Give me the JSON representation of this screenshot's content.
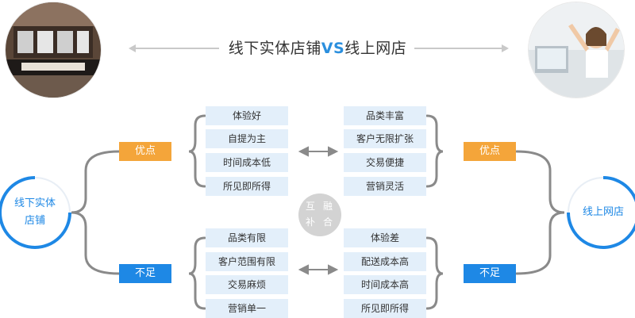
{
  "title": {
    "left": "线下实体店铺",
    "vs": "VS",
    "right": "线上网店"
  },
  "offline": {
    "name_line1": "线下实体",
    "name_line2": "店铺",
    "pros_tag": "优点",
    "cons_tag": "不足",
    "pros": [
      "体验好",
      "自提为主",
      "时间成本低",
      "所见即所得"
    ],
    "cons": [
      "品类有限",
      "客户范围有限",
      "交易麻烦",
      "营销单一"
    ]
  },
  "online": {
    "name": "线上网店",
    "pros_tag": "优点",
    "cons_tag": "不足",
    "pros": [
      "品类丰富",
      "客户无限扩张",
      "交易便捷",
      "营销灵活"
    ],
    "cons": [
      "体验差",
      "配送成本高",
      "时间成本高",
      "所见即所得"
    ]
  },
  "hub": {
    "c1": "互",
    "c2": "融",
    "c3": "补",
    "c4": "合"
  },
  "colors": {
    "accent_blue": "#1e88e5",
    "accent_orange": "#f4a53a",
    "node_bg": "#e3effa",
    "bracket": "#8a8a8a"
  }
}
